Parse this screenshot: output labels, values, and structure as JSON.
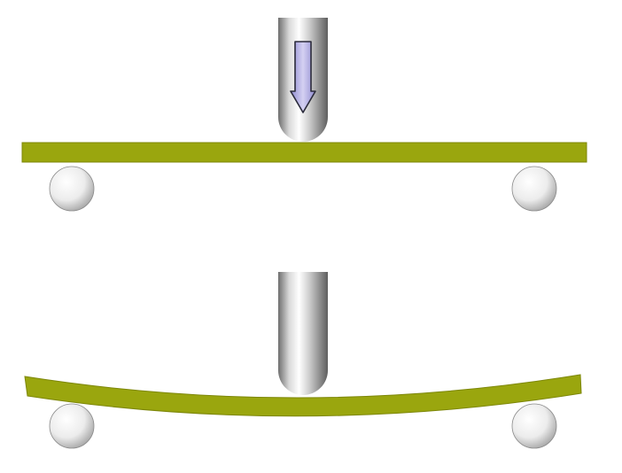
{
  "diagram": {
    "type": "three-point-bending-test",
    "stages": [
      {
        "id": "before-loading",
        "beam_state": "straight",
        "force_arrow": "down-arrow"
      },
      {
        "id": "after-loading",
        "beam_state": "bent",
        "force_arrow": "none"
      }
    ],
    "colors": {
      "specimen": "#9aa60e",
      "specimen_edge": "#7d8709",
      "arrow_fill": "#b8b4e6",
      "arrow_stroke": "#2a2a3a",
      "metal_light": "#f4f4f4",
      "metal_dark": "#7a7a7a"
    }
  }
}
